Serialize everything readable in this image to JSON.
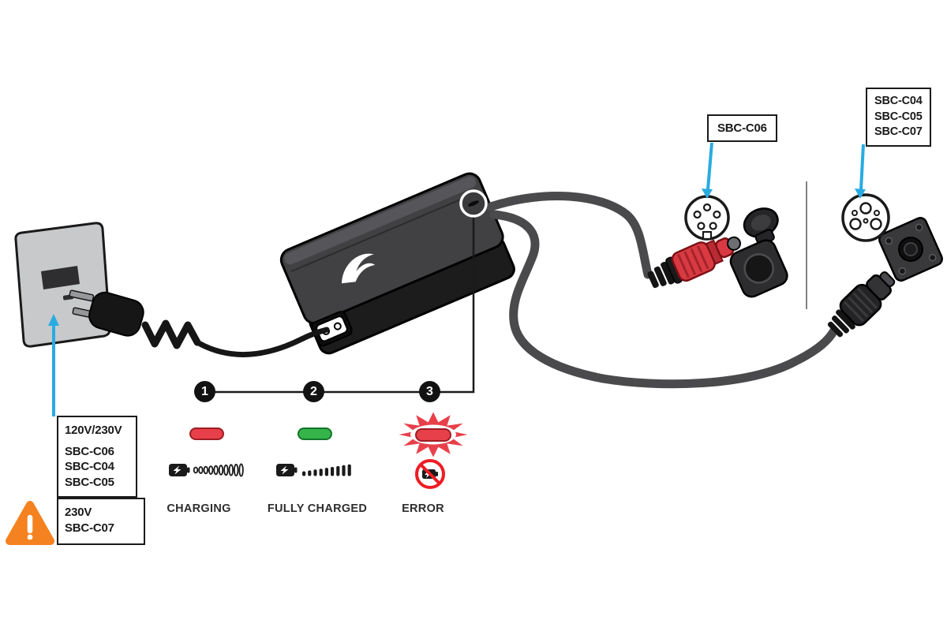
{
  "title": "battery-charger-connection-diagram",
  "colors": {
    "callout_cyan": "#29ABE2",
    "led_red": "#E8404A",
    "led_green": "#35B44A",
    "error_red": "#ED1C24",
    "warning_orange": "#F58220",
    "cable_gray": "#4A4A4C",
    "ink": "#1a1a1a"
  },
  "outlet_box": {
    "title": "120V/230V",
    "models": [
      "SBC-C06",
      "SBC-C04",
      "SBC-C05"
    ]
  },
  "warning_box": {
    "title": "230V",
    "models": [
      "SBC-C07"
    ]
  },
  "plug_label_a": "SBC-C06",
  "plug_label_b": [
    "SBC-C04",
    "SBC-C05",
    "SBC-C07"
  ],
  "steps": [
    {
      "number": "1",
      "label": "CHARGING",
      "led_color": "#E8404A",
      "led_state": "on"
    },
    {
      "number": "2",
      "label": "FULLY CHARGED",
      "led_color": "#35B44A",
      "led_state": "on"
    },
    {
      "number": "3",
      "label": "ERROR",
      "led_color": "#E8404A",
      "led_state": "blinking"
    }
  ],
  "icons": [
    "warning-triangle-icon",
    "battery-charging-icon",
    "battery-full-icon",
    "battery-error-icon",
    "led-indicator",
    "power-outlet",
    "ac-plug",
    "charger",
    "charge-plug-red",
    "charge-plug-black",
    "socket-sbc-c06",
    "socket-sbc-c04-c05-c07"
  ]
}
